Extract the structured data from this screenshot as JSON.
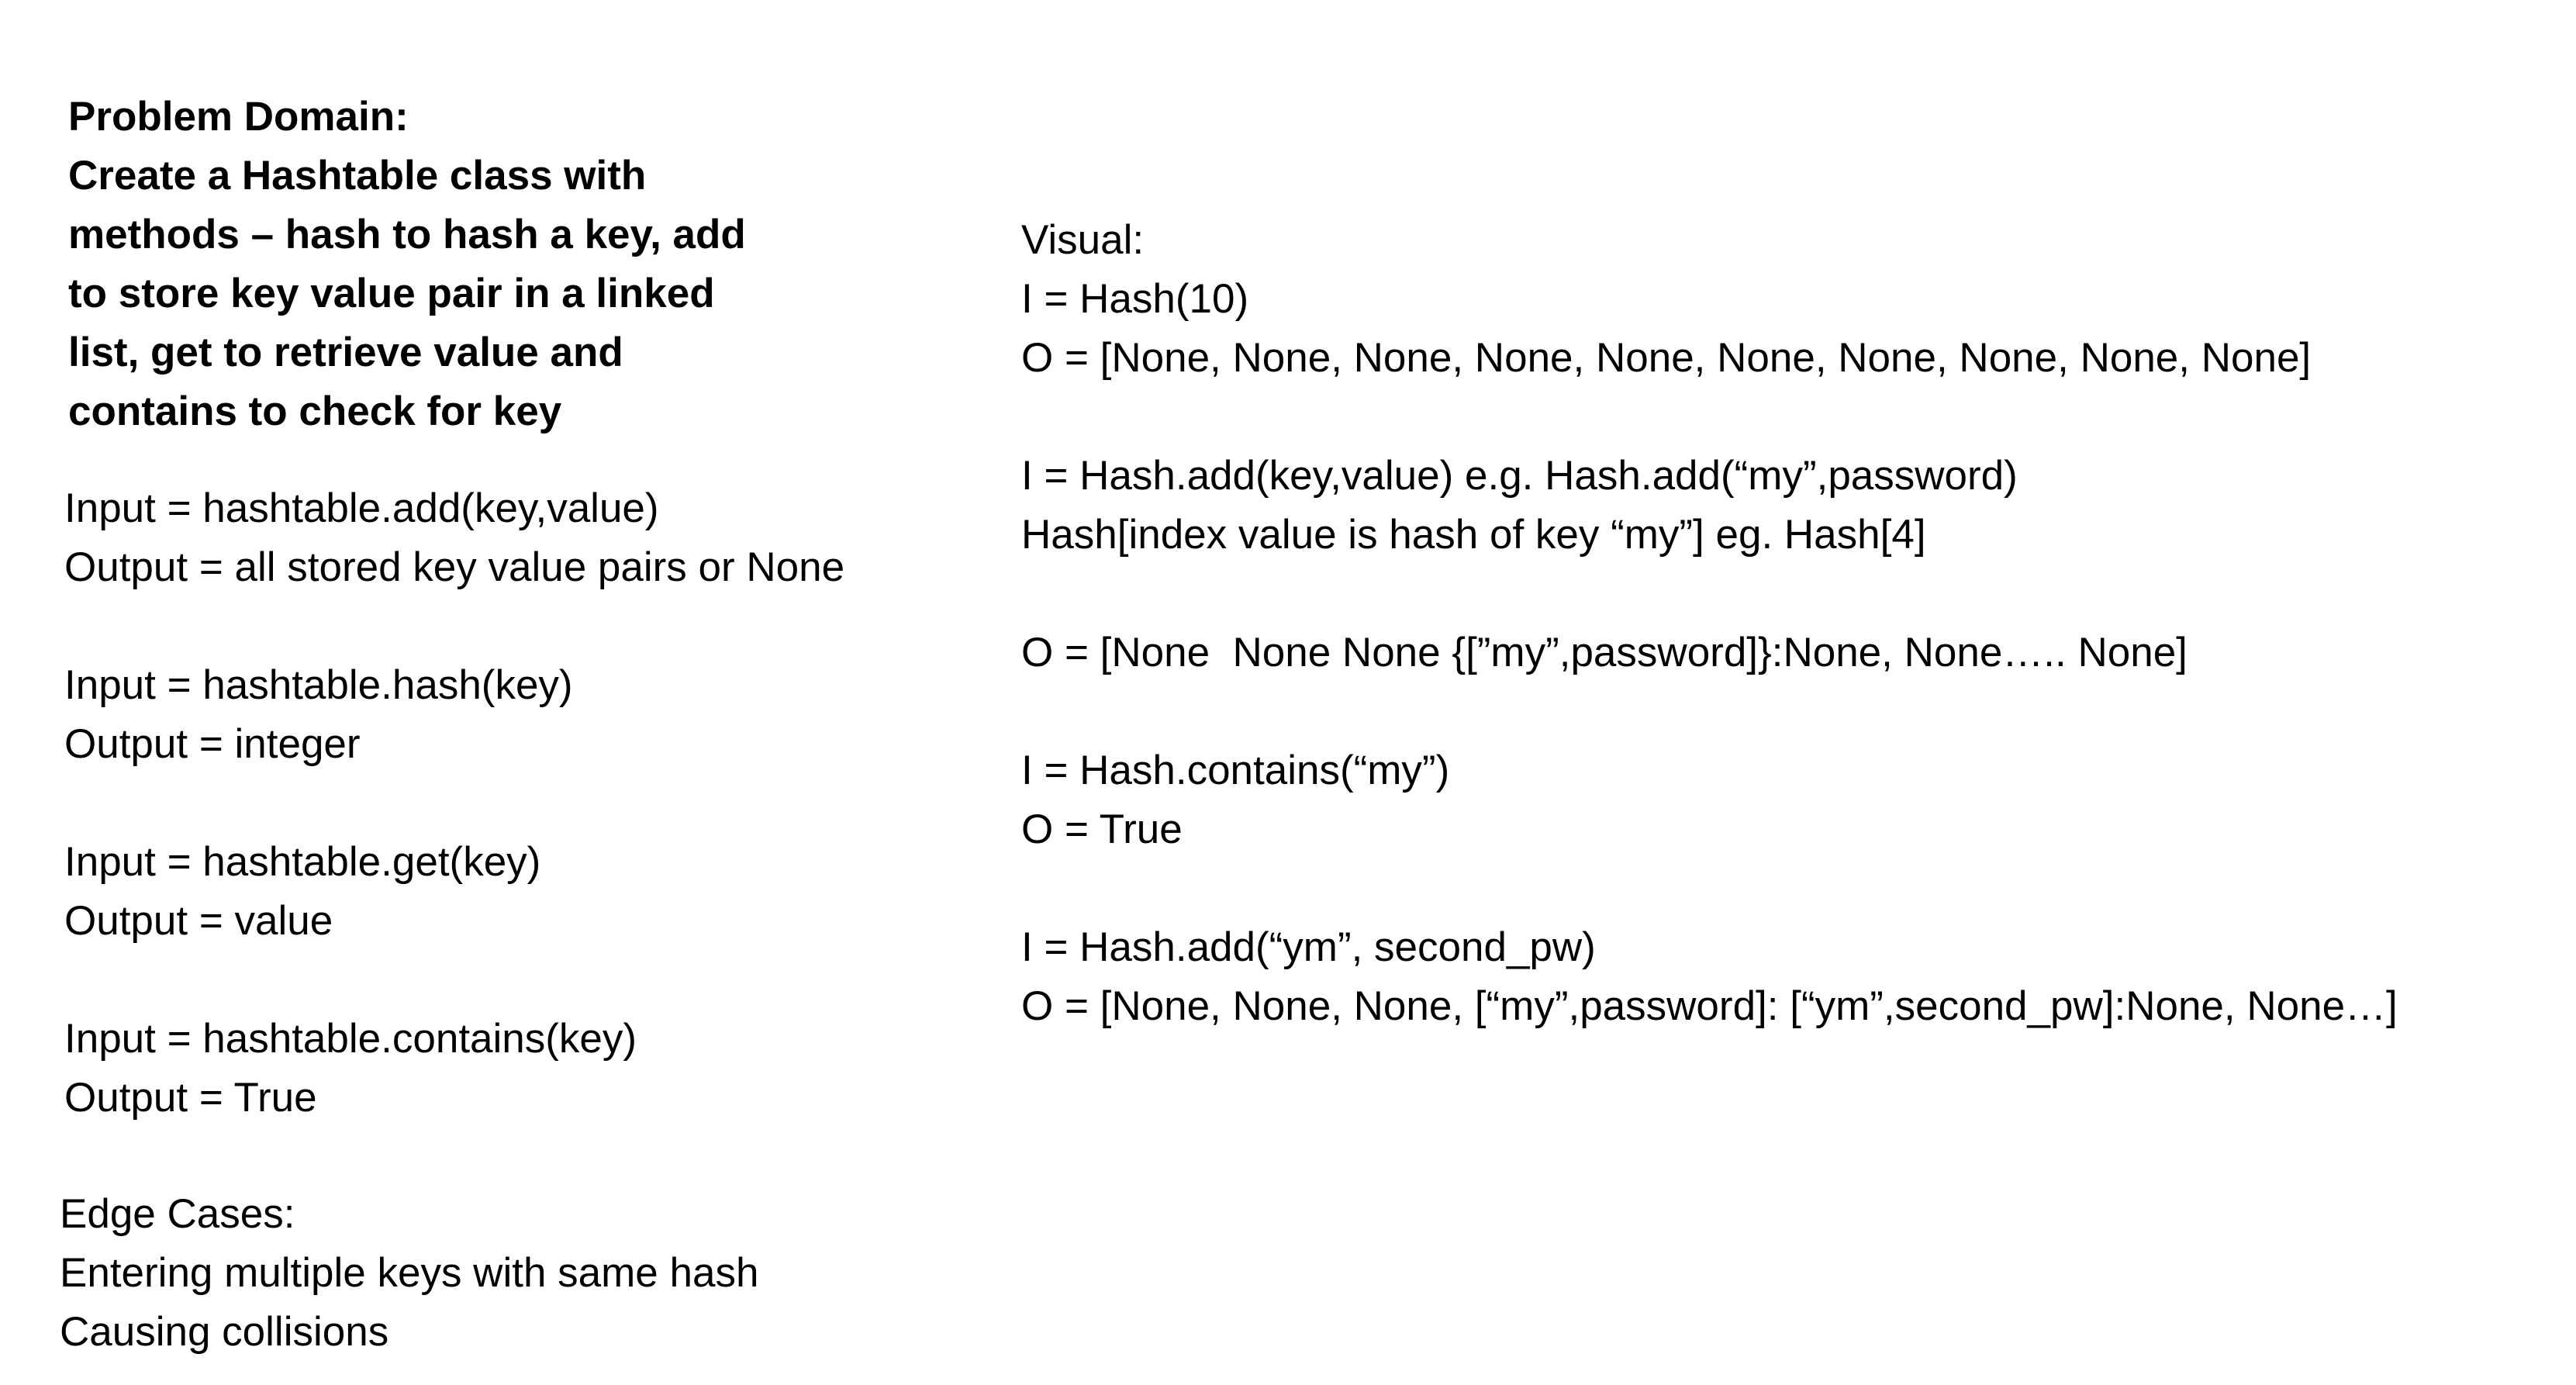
{
  "problem_domain": {
    "lines": [
      "Problem Domain:",
      "Create a Hashtable class with",
      "methods – hash to hash a key, add",
      "to store key value pair in a linked",
      "list, get to retrieve value and",
      "contains to check for key"
    ]
  },
  "io_spec": {
    "groups": [
      [
        "Input = hashtable.add(key,value)",
        "Output = all stored key value pairs or None"
      ],
      [
        "Input = hashtable.hash(key)",
        "Output = integer"
      ],
      [
        "Input = hashtable.get(key)",
        "Output = value"
      ],
      [
        "Input = hashtable.contains(key)",
        "Output = True"
      ]
    ]
  },
  "edge_cases": {
    "lines": [
      "Edge Cases:",
      "Entering multiple keys with same hash",
      "Causing collisions"
    ]
  },
  "visual": {
    "groups": [
      [
        "Visual:",
        "I = Hash(10)",
        "O = [None, None, None, None, None, None, None, None, None, None]"
      ],
      [
        "I = Hash.add(key,value) e.g. Hash.add(“my”,password)",
        "Hash[index value is hash of key “my”] eg. Hash[4]"
      ],
      [
        "O = [None  None None {[”my”,password]}:None, None….. None]"
      ],
      [
        "I = Hash.contains(“my”)",
        "O = True"
      ],
      [
        "I = Hash.add(“ym”, second_pw)",
        "O = [None, None, None, [“my”,password]: [“ym”,second_pw]:None, None…]"
      ]
    ]
  }
}
